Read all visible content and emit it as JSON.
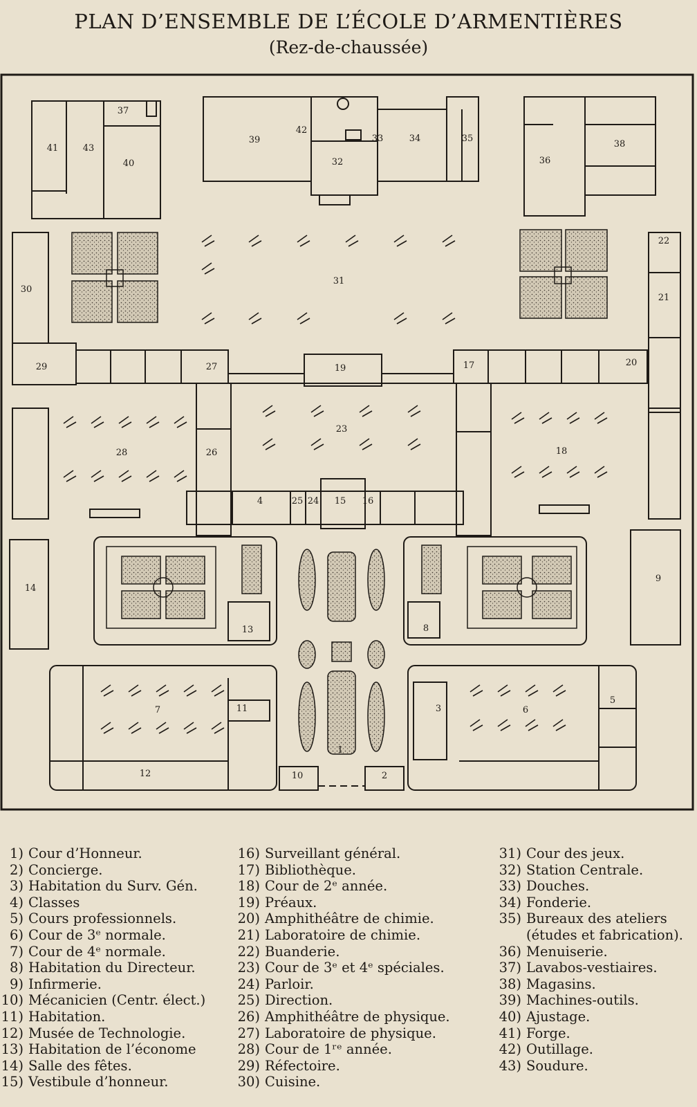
{
  "title": "PLAN D’ENSEMBLE DE L’ÉCOLE D’ARMENTIÈRES",
  "subtitle": "(Rez-de-chaussée)",
  "colors": {
    "paper": "#e9e1cf",
    "ink": "#1e1a16",
    "garden": "#cfc6b2"
  },
  "plan_labels": {
    "n1": "1",
    "n2": "2",
    "n3": "3",
    "n4": "4",
    "n5": "5",
    "n6": "6",
    "n7": "7",
    "n8": "8",
    "n9": "9",
    "n10": "10",
    "n11": "11",
    "n12": "12",
    "n13": "13",
    "n14": "14",
    "n15": "15",
    "n16": "16",
    "n17": "17",
    "n18": "18",
    "n19": "19",
    "n20": "20",
    "n21": "21",
    "n22": "22",
    "n23": "23",
    "n24": "24",
    "n25": "25",
    "n26": "26",
    "n27": "27",
    "n28": "28",
    "n29": "29",
    "n30": "30",
    "n31": "31",
    "n32": "32",
    "n33": "33",
    "n34": "34",
    "n35": "35",
    "n36": "36",
    "n37": "37",
    "n38": "38",
    "n39": "39",
    "n40": "40",
    "n41": "41",
    "n42": "42",
    "n43": "43"
  },
  "legend": [
    {
      "num": "1)",
      "label": "Cour d’Honneur."
    },
    {
      "num": "2)",
      "label": "Concierge."
    },
    {
      "num": "3)",
      "label": "Habitation du Surv. Gén."
    },
    {
      "num": "4)",
      "label": "Classes"
    },
    {
      "num": "5)",
      "label": "Cours professionnels."
    },
    {
      "num": "6)",
      "label": "Cour de 3ᵉ normale."
    },
    {
      "num": "7)",
      "label": "Cour de 4ᵉ normale."
    },
    {
      "num": "8)",
      "label": "Habitation du Directeur."
    },
    {
      "num": "9)",
      "label": "Infirmerie."
    },
    {
      "num": "10)",
      "label": "Mécanicien (Centr. élect.)"
    },
    {
      "num": "11)",
      "label": "Habitation."
    },
    {
      "num": "12)",
      "label": "Musée de Technologie."
    },
    {
      "num": "13)",
      "label": "Habitation de l’économe"
    },
    {
      "num": "14)",
      "label": "Salle des fêtes."
    },
    {
      "num": "15)",
      "label": "Vestibule d’honneur."
    },
    {
      "num": "16)",
      "label": "Surveillant général."
    },
    {
      "num": "17)",
      "label": "Bibliothèque."
    },
    {
      "num": "18)",
      "label": "Cour de 2ᵉ année."
    },
    {
      "num": "19)",
      "label": "Préaux."
    },
    {
      "num": "20)",
      "label": "Amphithéâtre de chimie."
    },
    {
      "num": "21)",
      "label": "Laboratoire de chimie."
    },
    {
      "num": "22)",
      "label": "Buanderie."
    },
    {
      "num": "23)",
      "label": "Cour de 3ᵉ et 4ᵉ spéciales."
    },
    {
      "num": "24)",
      "label": "Parloir."
    },
    {
      "num": "25)",
      "label": "Direction."
    },
    {
      "num": "26)",
      "label": "Amphithéâtre de physique."
    },
    {
      "num": "27)",
      "label": "Laboratoire de physique."
    },
    {
      "num": "28)",
      "label": "Cour de 1ʳᵉ année."
    },
    {
      "num": "29)",
      "label": "Réfectoire."
    },
    {
      "num": "30)",
      "label": "Cuisine."
    },
    {
      "num": "31)",
      "label": "Cour des jeux."
    },
    {
      "num": "32)",
      "label": "Station Centrale."
    },
    {
      "num": "33)",
      "label": "Douches."
    },
    {
      "num": "34)",
      "label": "Fonderie."
    },
    {
      "num": "35)",
      "label": "Bureaux des ateliers (études et fabrication)."
    },
    {
      "num": "36)",
      "label": "Menuiserie."
    },
    {
      "num": "37)",
      "label": "Lavabos-vestiaires."
    },
    {
      "num": "38)",
      "label": "Magasins."
    },
    {
      "num": "39)",
      "label": "Machines-outils."
    },
    {
      "num": "40)",
      "label": "Ajustage."
    },
    {
      "num": "41)",
      "label": "Forge."
    },
    {
      "num": "42)",
      "label": "Outillage."
    },
    {
      "num": "43)",
      "label": "Soudure."
    }
  ]
}
